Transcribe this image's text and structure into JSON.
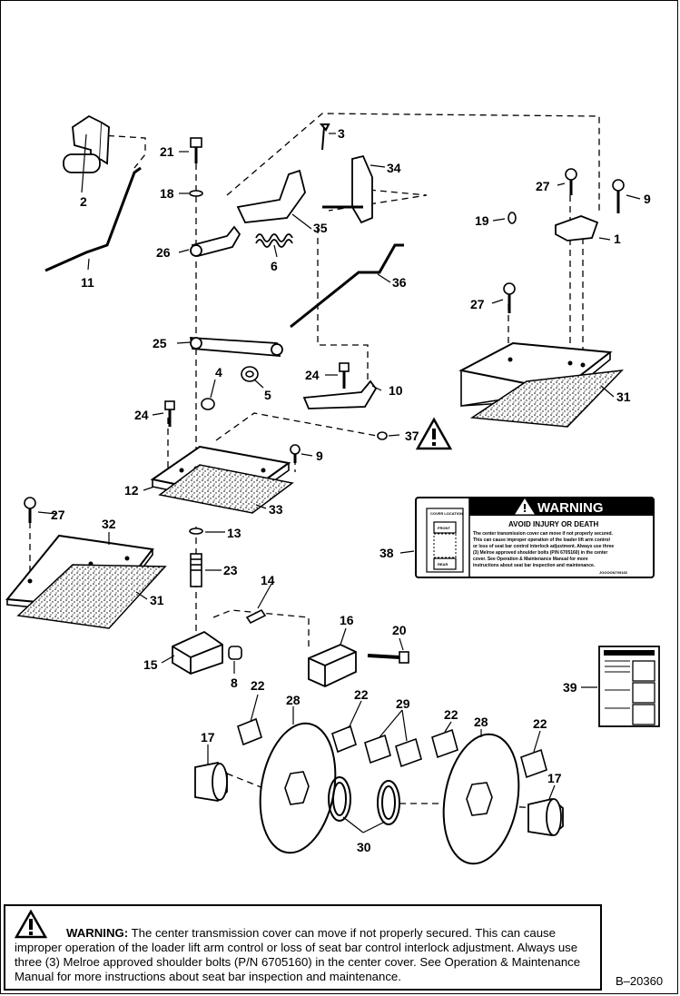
{
  "diagram": {
    "callouts": {
      "c1": "1",
      "c2": "2",
      "c3": "3",
      "c4": "4",
      "c5": "5",
      "c6": "6",
      "c8": "8",
      "c9a": "9",
      "c9b": "9",
      "c10": "10",
      "c11": "11",
      "c12": "12",
      "c13": "13",
      "c14": "14",
      "c15": "15",
      "c16": "16",
      "c17a": "17",
      "c17b": "17",
      "c18": "18",
      "c19": "19",
      "c20": "20",
      "c21": "21",
      "c22a": "22",
      "c22b": "22",
      "c22c": "22",
      "c22d": "22",
      "c23": "23",
      "c24a": "24",
      "c24b": "24",
      "c25": "25",
      "c26": "26",
      "c27a": "27",
      "c27b": "27",
      "c27c": "27",
      "c28a": "28",
      "c28b": "28",
      "c29": "29",
      "c30": "30",
      "c31a": "31",
      "c31b": "31",
      "c32": "32",
      "c33": "33",
      "c34": "34",
      "c35": "35",
      "c36": "36",
      "c37": "37",
      "c38": "38",
      "c39": "39"
    },
    "decal": {
      "location_title": "COVER LOCATION",
      "front": "FRONT",
      "rear": "REAR",
      "warning": "WARNING",
      "avoid": "AVOID INJURY OR DEATH",
      "lines": [
        "The center transmission cover can move if not properly secured.",
        "This can cause improper operation of the loader lift arm control",
        "or loss of seat bar control interlock adjustment. Always use three",
        "(3) Melroe approved shoulder bolts (P/N 6705160) in the center",
        "cover. See Operation & Maintenance Manual for more",
        "instructions about seat bar inspection and maintenance."
      ],
      "code": "JOOOON709160"
    }
  },
  "warning_box": {
    "title": "WARNING:",
    "text": "The center transmission cover can move if not properly secured. This can cause improper operation of the loader lift arm control or loss of seat bar control interlock adjustment. Always use three (3) Melroe approved shoulder bolts (P/N 6705160) in the center cover. See Operation & Maintenance Manual for more instructions about seat bar inspection and maintenance."
  },
  "reference": "B–20360"
}
